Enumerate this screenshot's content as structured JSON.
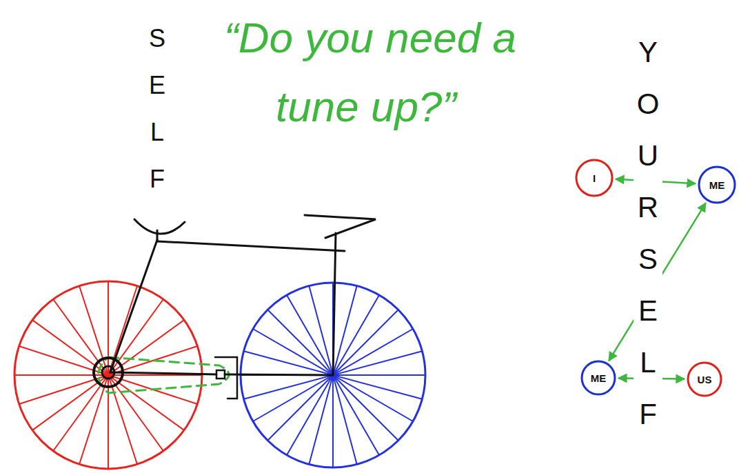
{
  "diagram": {
    "nodes": [
      {
        "text": [
          "I"
        ]
      },
      {
        "text": [
          "ME"
        ]
      },
      {
        "text": [
          "ME"
        ]
      },
      {
        "text": [
          "US"
        ]
      }
    ],
    "edges": [
      {
        "from": 0,
        "to": 1,
        "arrow": "both"
      },
      {
        "from": 1,
        "to": 2,
        "arrow": "both"
      },
      {
        "from": 2,
        "to": 3,
        "arrow": "both"
      }
    ],
    "labels": [
      "“Do you need a tune up?”",
      "SELF",
      "YOURSELF"
    ]
  }
}
